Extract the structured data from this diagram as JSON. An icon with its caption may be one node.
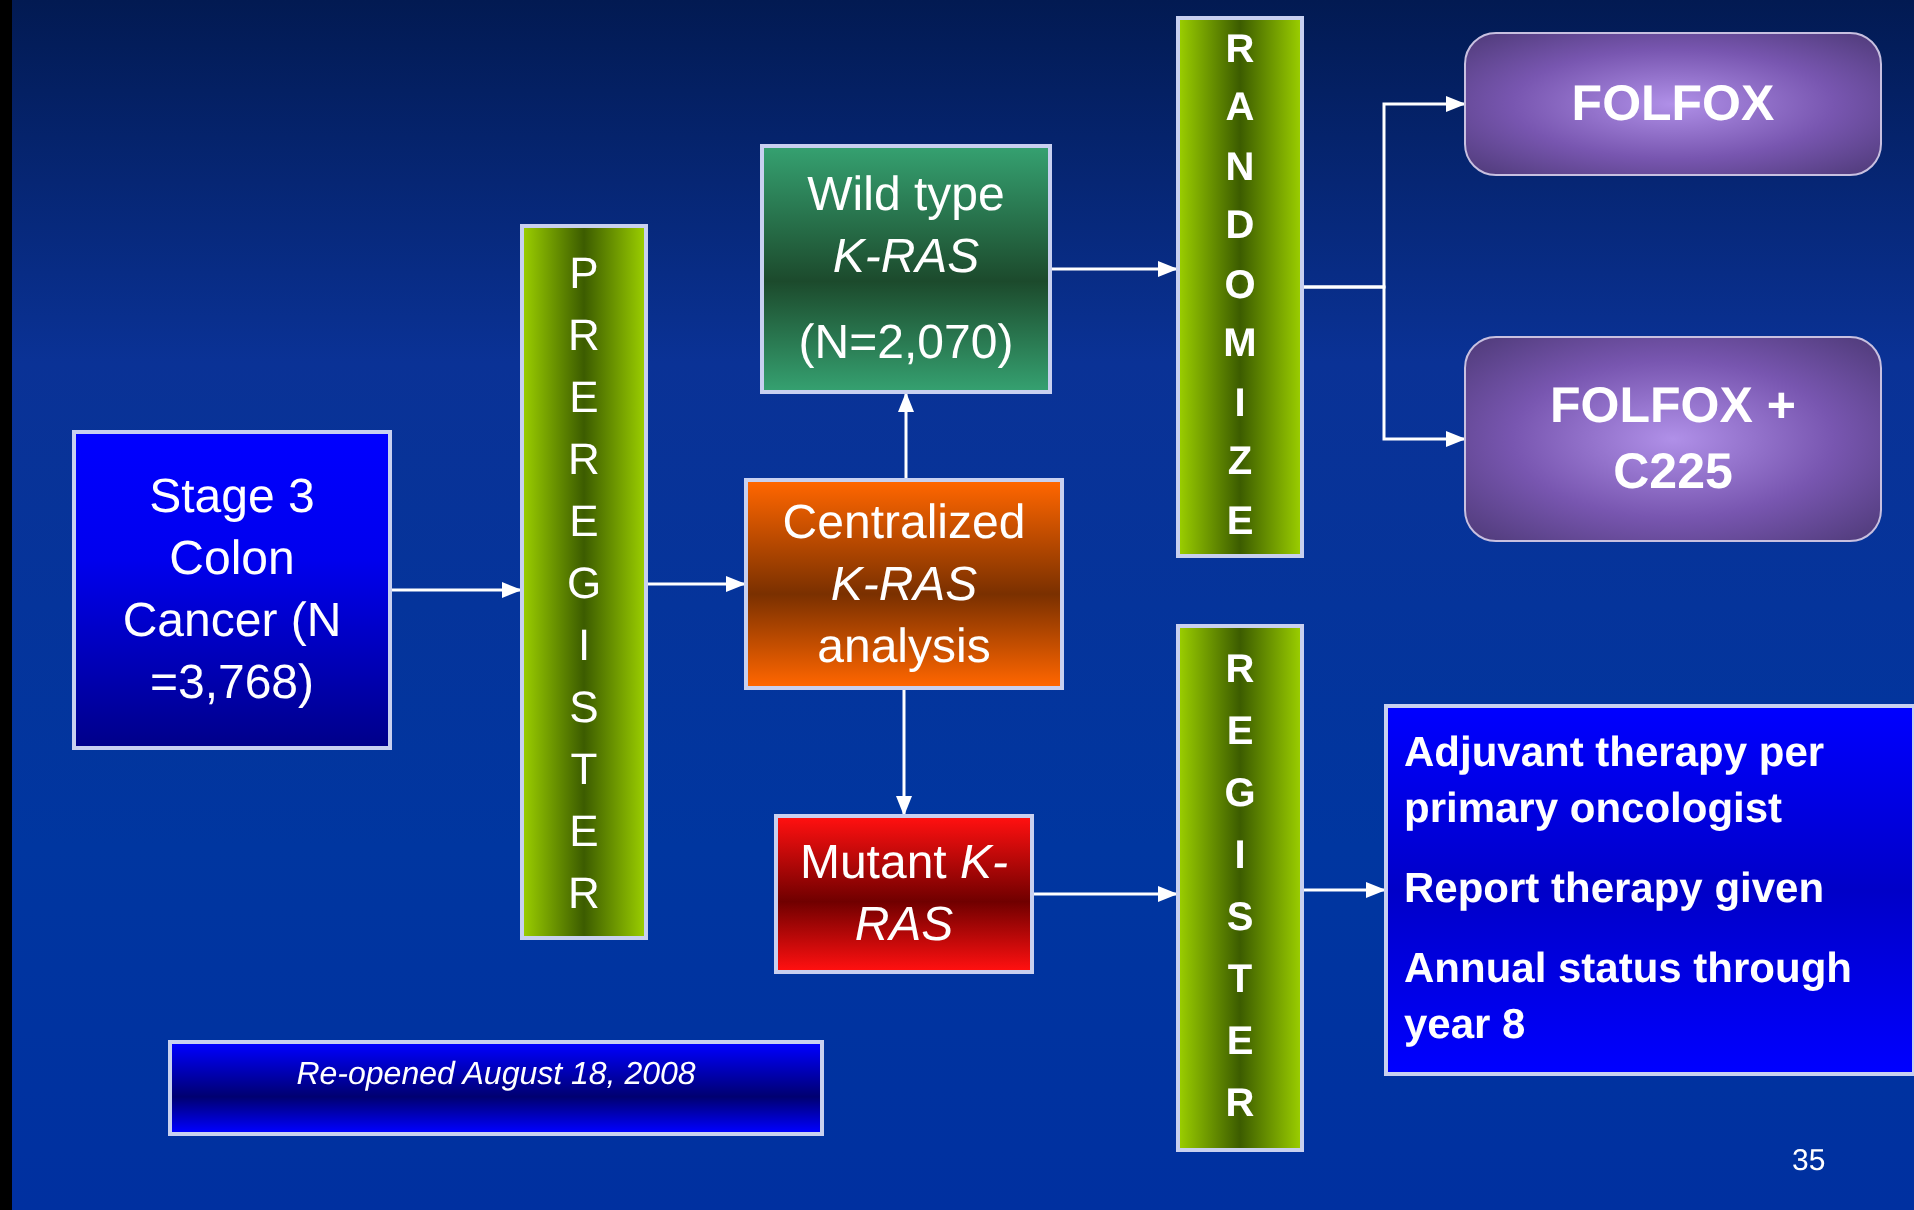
{
  "diagram": {
    "nodes": [
      {
        "text": [
          "Stage 3 Colon Cancer (N =3,768)"
        ]
      },
      {
        "text": [
          "PREREGISTER"
        ]
      },
      {
        "text": [
          "Wild type *K-RAS*",
          "(N=2,070)"
        ]
      },
      {
        "text": [
          "Centralized *K-RAS* analysis"
        ]
      },
      {
        "text": [
          "Mutant *K-RAS*"
        ]
      },
      {
        "text": [
          "RANDOMIZE"
        ]
      },
      {
        "text": [
          "FOLFOX"
        ]
      },
      {
        "text": [
          "FOLFOX + C225"
        ]
      },
      {
        "text": [
          "REGISTER"
        ]
      },
      {
        "text": [
          "Adjuvant therapy per primary oncologist",
          "Report therapy given",
          "Annual status through year 8"
        ]
      },
      {
        "text": [
          "Re-opened August 18, 2008"
        ]
      }
    ],
    "edges": [
      {
        "from": 0,
        "to": 1,
        "arrow": "to"
      },
      {
        "from": 1,
        "to": 3,
        "arrow": "to"
      },
      {
        "from": 3,
        "to": 2,
        "arrow": "to"
      },
      {
        "from": 3,
        "to": 4,
        "arrow": "to"
      },
      {
        "from": 2,
        "to": 5,
        "arrow": "to"
      },
      {
        "from": 5,
        "to": 6,
        "arrow": "to"
      },
      {
        "from": 5,
        "to": 7,
        "arrow": "to"
      },
      {
        "from": 4,
        "to": 8,
        "arrow": "to"
      },
      {
        "from": 8,
        "to": 9,
        "arrow": "to"
      }
    ],
    "labels": [
      "35"
    ]
  }
}
